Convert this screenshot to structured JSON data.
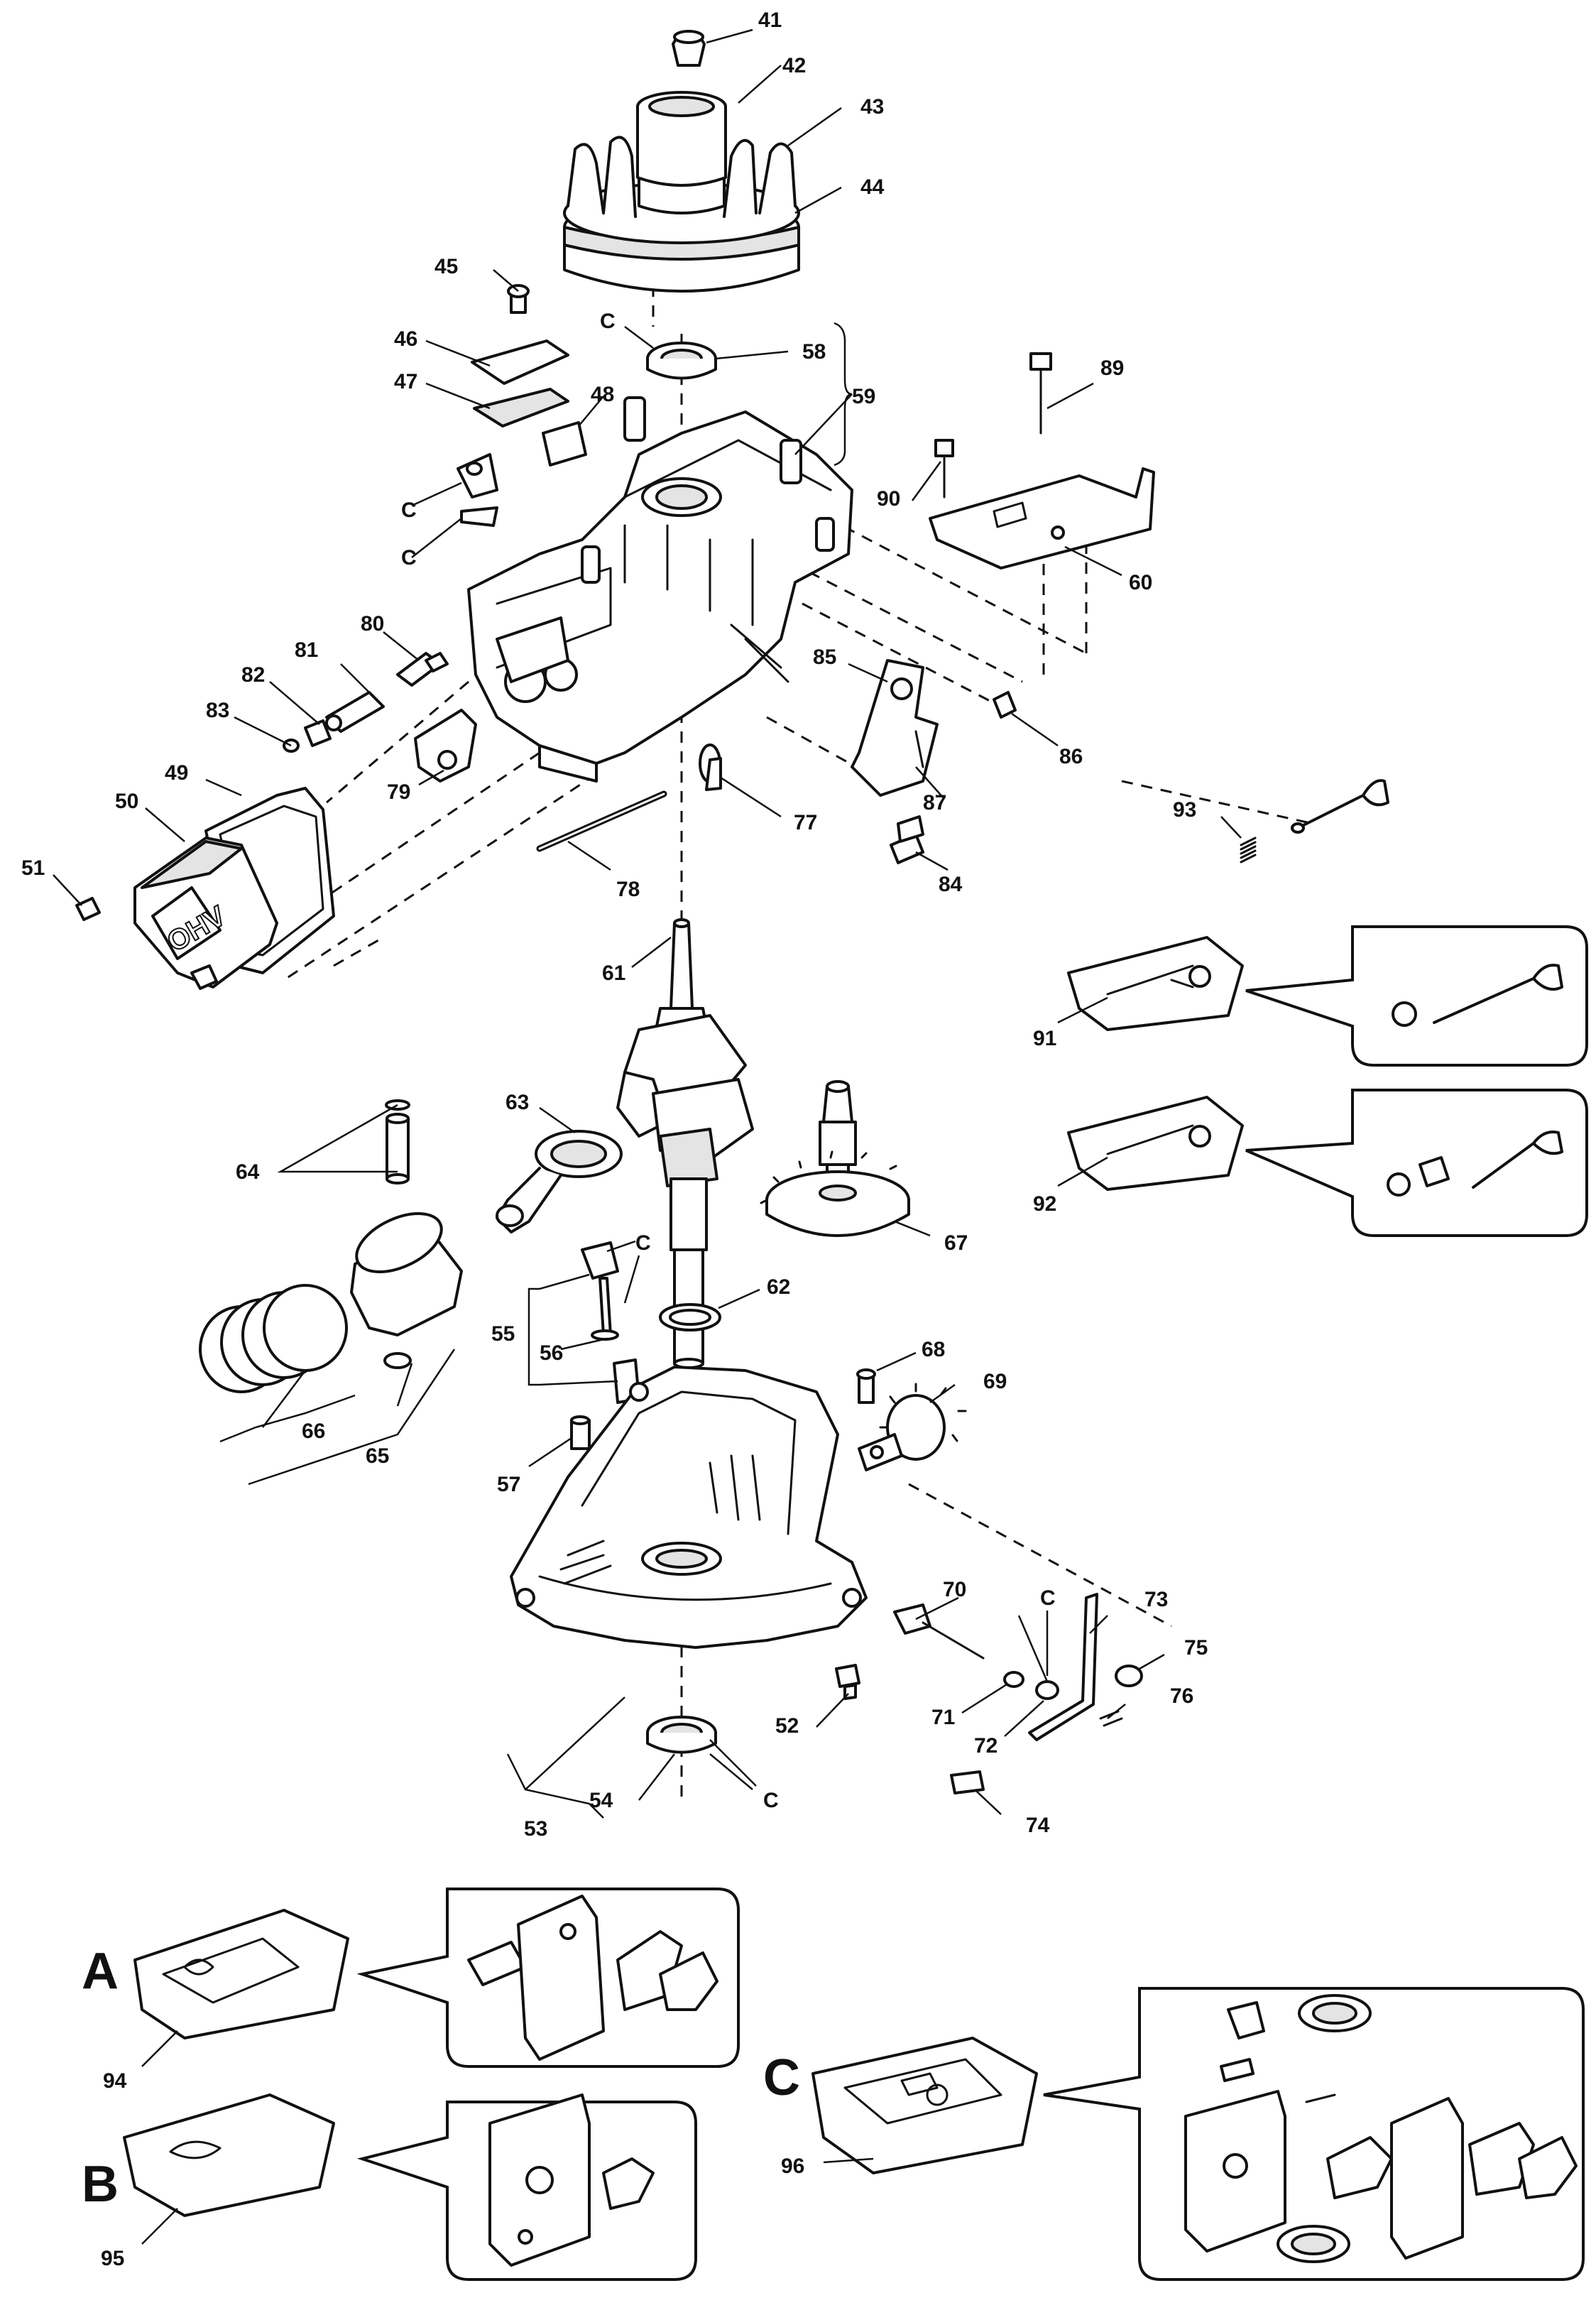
{
  "labels": {
    "n41": "41",
    "n42": "42",
    "n43": "43",
    "n44": "44",
    "n45": "45",
    "n46": "46",
    "n47": "47",
    "n48": "48",
    "n49": "49",
    "n50": "50",
    "n51": "51",
    "n52": "52",
    "n53": "53",
    "n54": "54",
    "n55": "55",
    "n56": "56",
    "n57": "57",
    "n58": "58",
    "n59": "59",
    "n60": "60",
    "n61": "61",
    "n62": "62",
    "n63": "63",
    "n64": "64",
    "n65": "65",
    "n66": "66",
    "n67": "67",
    "n68": "68",
    "n69": "69",
    "n70": "70",
    "n71": "71",
    "n72": "72",
    "n73": "73",
    "n74": "74",
    "n75": "75",
    "n76": "76",
    "n77": "77",
    "n78": "78",
    "n79": "79",
    "n80": "80",
    "n81": "81",
    "n82": "82",
    "n83": "83",
    "n84": "84",
    "n85": "85",
    "n86": "86",
    "n87": "87",
    "n89": "89",
    "n90": "90",
    "n91": "91",
    "n92": "92",
    "n93": "93",
    "n94": "94",
    "n95": "95",
    "n96": "96"
  },
  "markers": {
    "c": "C"
  },
  "kits": {
    "a": "A",
    "b": "B",
    "c": "C"
  },
  "cover_text": "OHV"
}
